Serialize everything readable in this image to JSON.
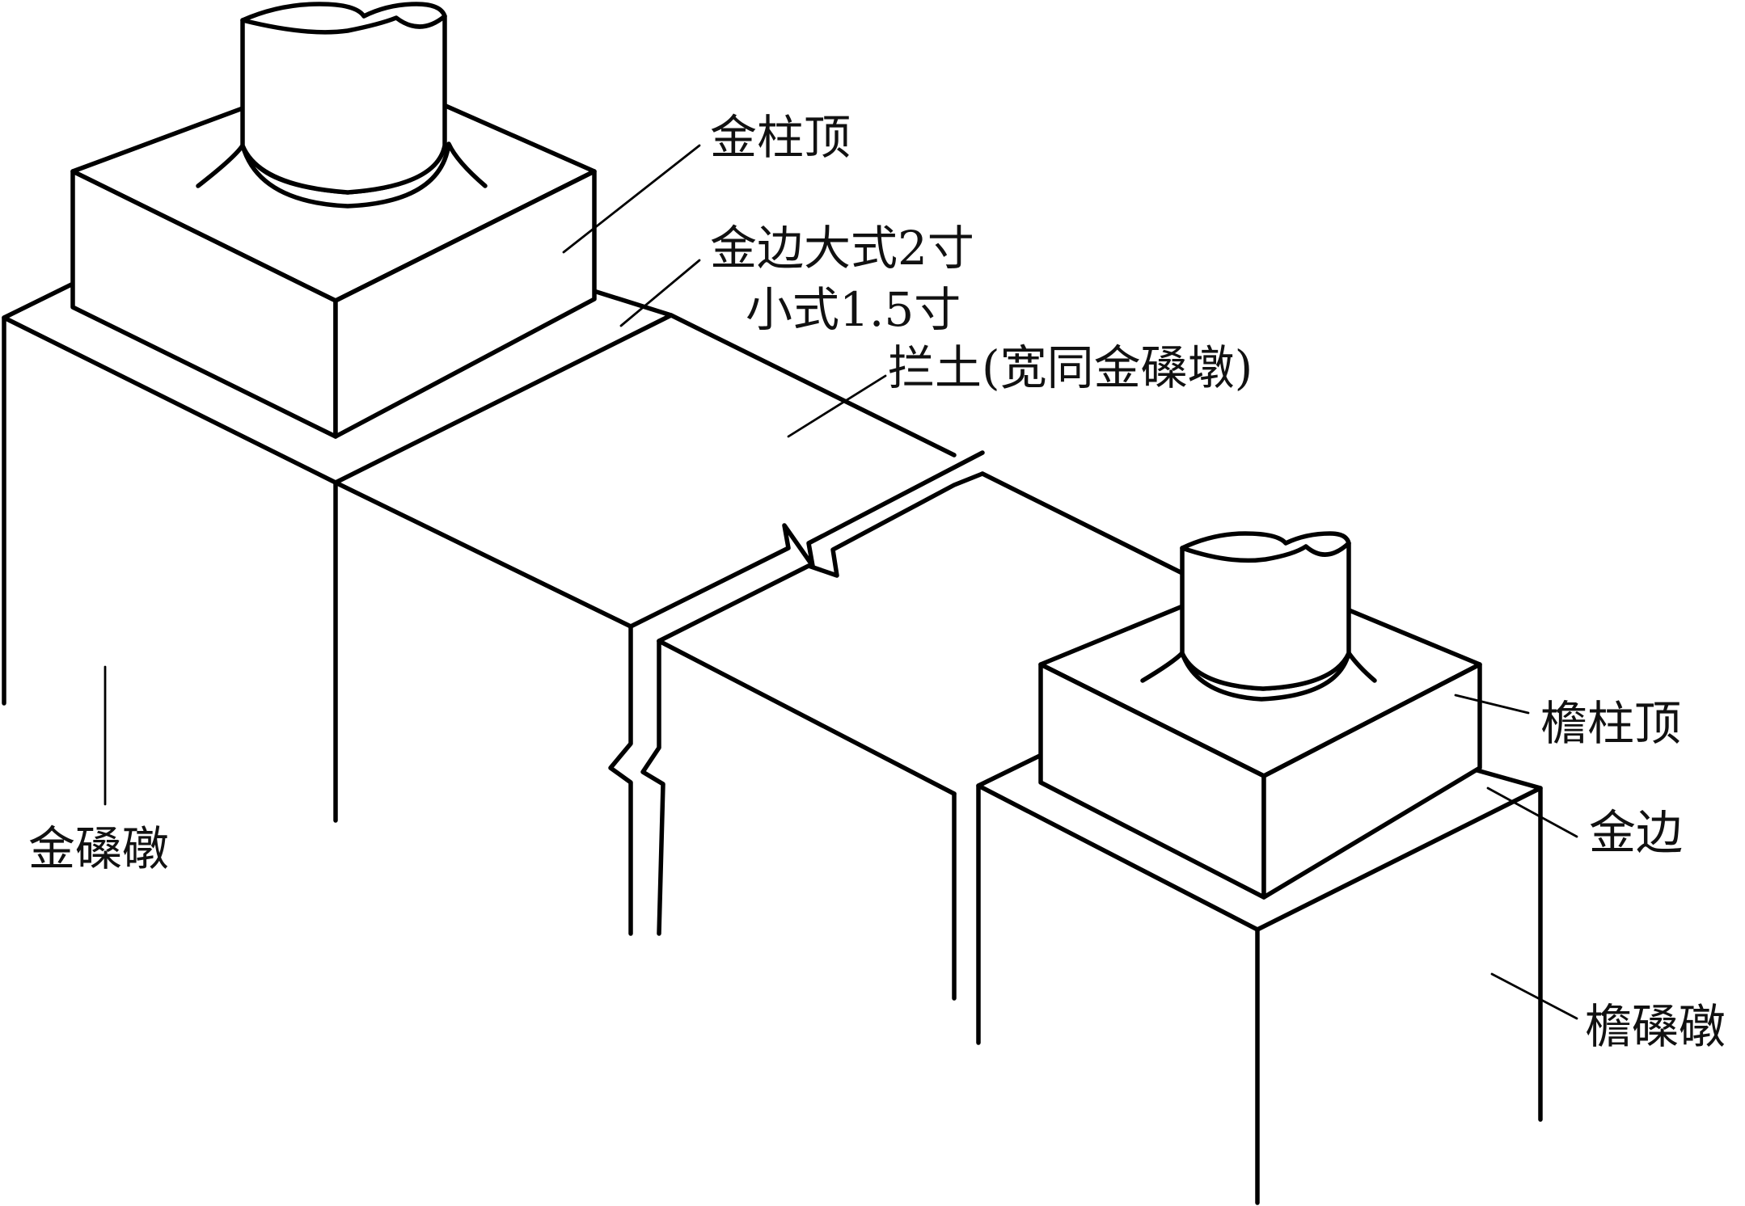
{
  "diagram": {
    "labels": {
      "jin_zhu_ding": "金柱顶",
      "jin_bian_line1": "金边大式2寸",
      "jin_bian_line2": "小式1.5寸",
      "lan_tu": "拦土(宽同金磉墩)",
      "jin_sang_dun": "金磉礅",
      "yan_zhu_ding": "檐柱顶",
      "jin_bian": "金边",
      "yan_sang_dun": "檐磉礅"
    }
  }
}
